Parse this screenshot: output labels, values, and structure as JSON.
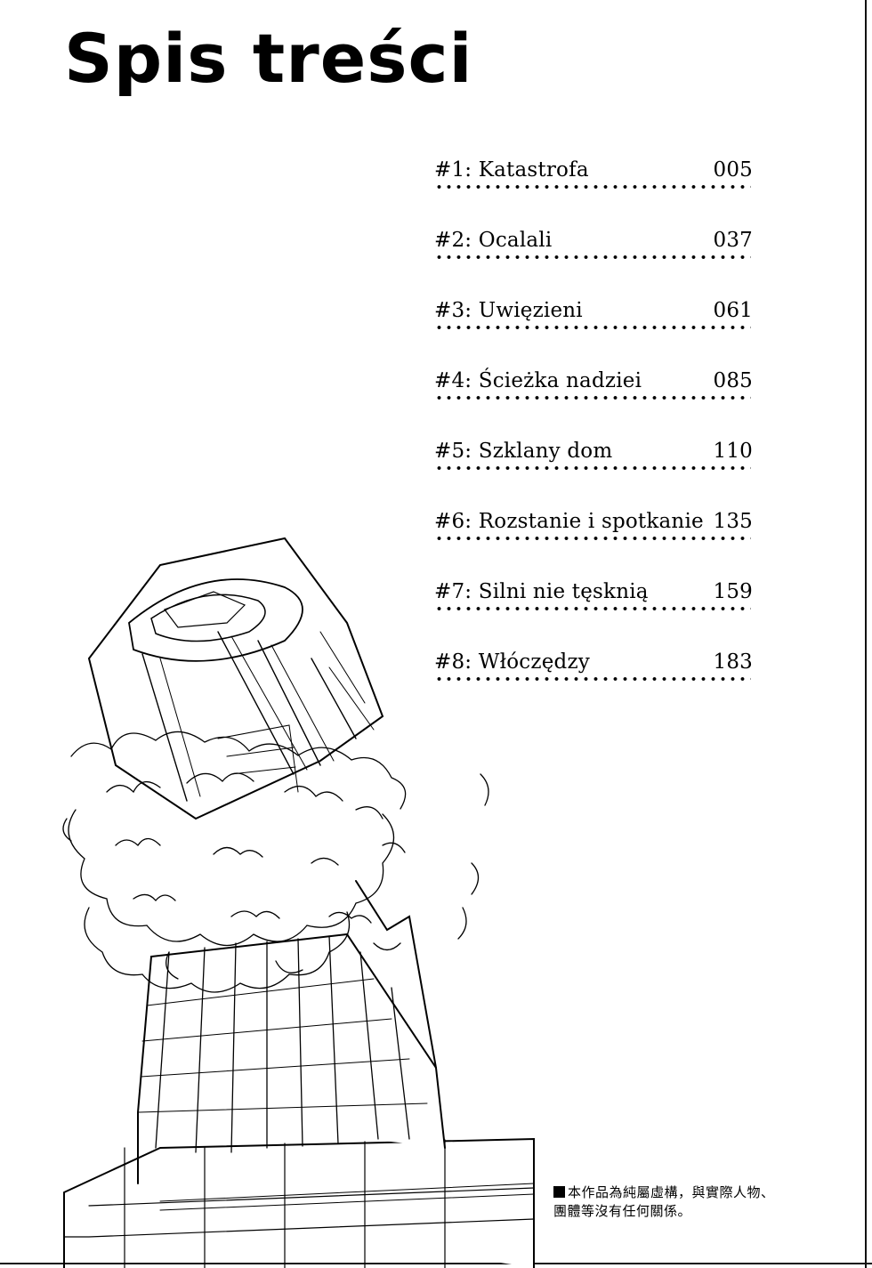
{
  "title": "Spis treści",
  "toc": [
    {
      "label": "#1: Katastrofa",
      "page": "005"
    },
    {
      "label": "#2: Ocalali",
      "page": "037"
    },
    {
      "label": "#3: Uwięzieni",
      "page": "061"
    },
    {
      "label": "#4: Ścieżka nadziei",
      "page": "085"
    },
    {
      "label": "#5: Szklany dom",
      "page": "110"
    },
    {
      "label": "#6: Rozstanie i spotkanie",
      "page": "135"
    },
    {
      "label": "#7: Silni nie tęsknią",
      "page": "159"
    },
    {
      "label": "#8: Włóczędzy",
      "page": "183"
    }
  ],
  "illustration": {
    "subject": "tower-building-explosion-icon"
  },
  "disclaimer": {
    "icon": "black-square-icon",
    "line1": "本作品為純屬虛構，與實際人物、",
    "line2": "團體等沒有任何關係。"
  }
}
